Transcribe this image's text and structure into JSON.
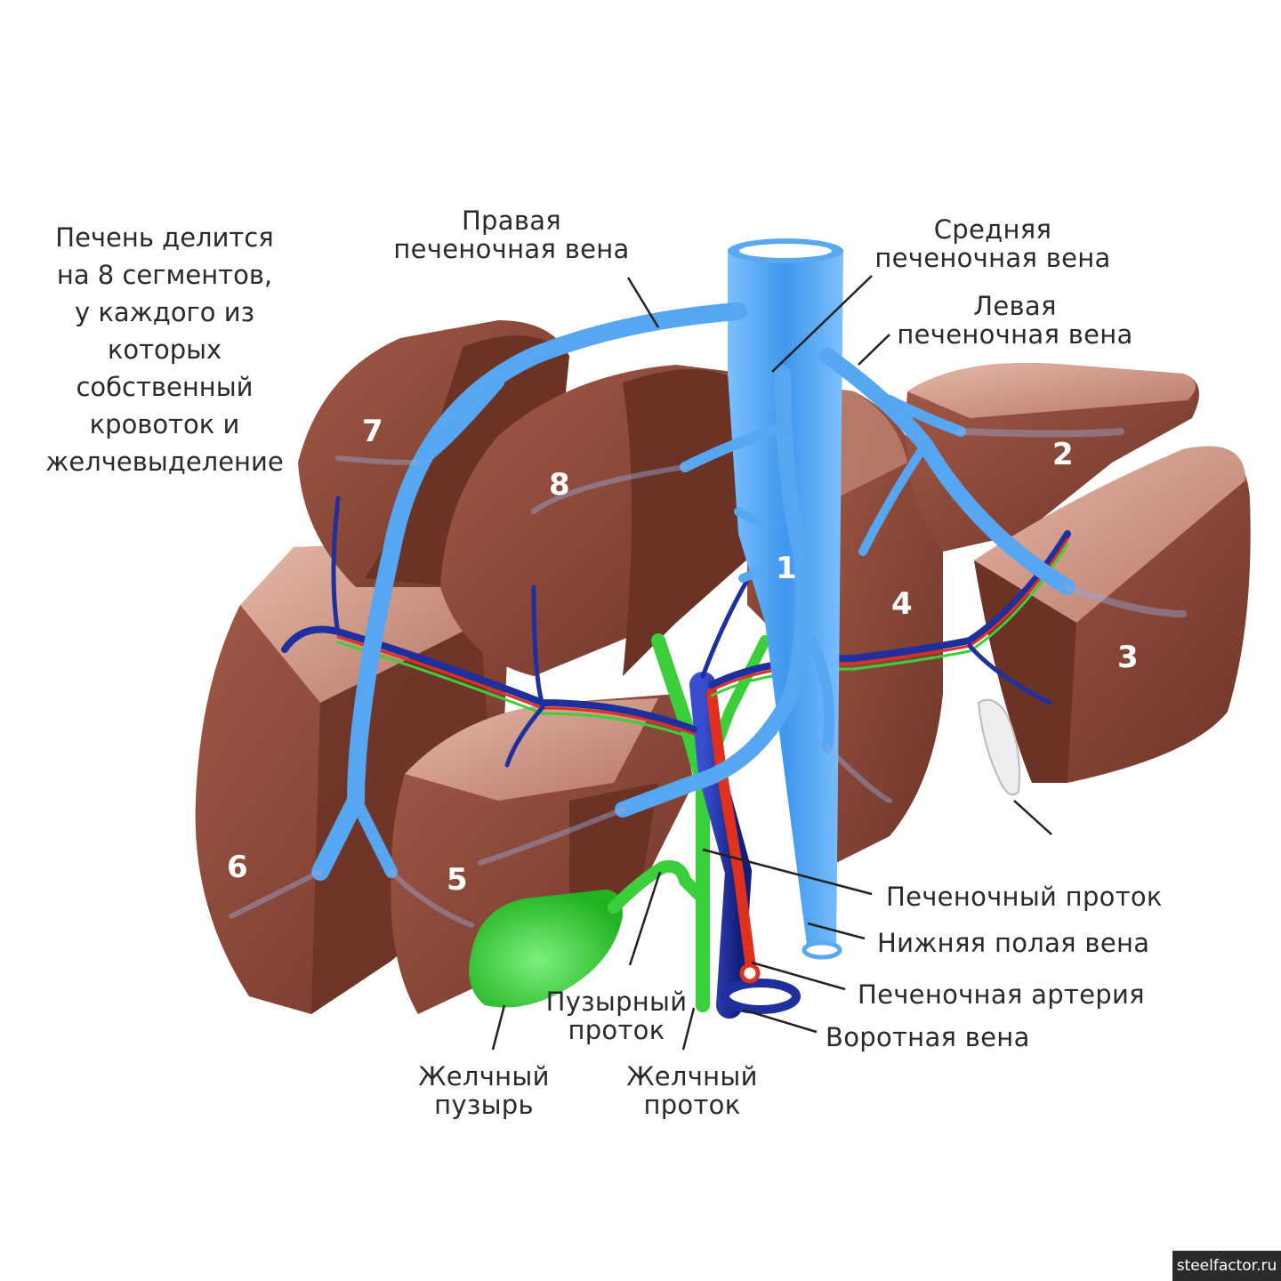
{
  "intro_lines": [
    "Печень делится",
    "на 8 сегментов,",
    "у каждого из",
    "которых",
    "собственный",
    "кровоток и",
    "желчевыделение"
  ],
  "labels": {
    "right_hepatic_vein": [
      "Правая",
      "печеночная вена"
    ],
    "middle_hepatic_vein": [
      "Средняя",
      "печеночная вена"
    ],
    "left_hepatic_vein": [
      "Левая",
      "печеночная вена"
    ],
    "hepatic_duct": "Печеночный проток",
    "inferior_vena_cava": "Нижняя полая вена",
    "hepatic_artery": "Печеночная артерия",
    "portal_vein": "Воротная вена",
    "cystic_duct": [
      "Пузырный",
      "проток"
    ],
    "gallbladder": [
      "Желчный",
      "пузырь"
    ],
    "bile_duct": [
      "Желчный",
      "проток"
    ]
  },
  "segments": [
    "1",
    "2",
    "3",
    "4",
    "5",
    "6",
    "7",
    "8"
  ],
  "watermark": "steelfactor.ru",
  "colors": {
    "liver": "#8b4a3c",
    "liver_dark": "#6e3528",
    "liver_light": "#c99a8a",
    "vein_blue": "#5aa8f0",
    "portal_blue": "#1f2f9e",
    "artery_red": "#e0301e",
    "bile_green": "#3ccf3c"
  }
}
